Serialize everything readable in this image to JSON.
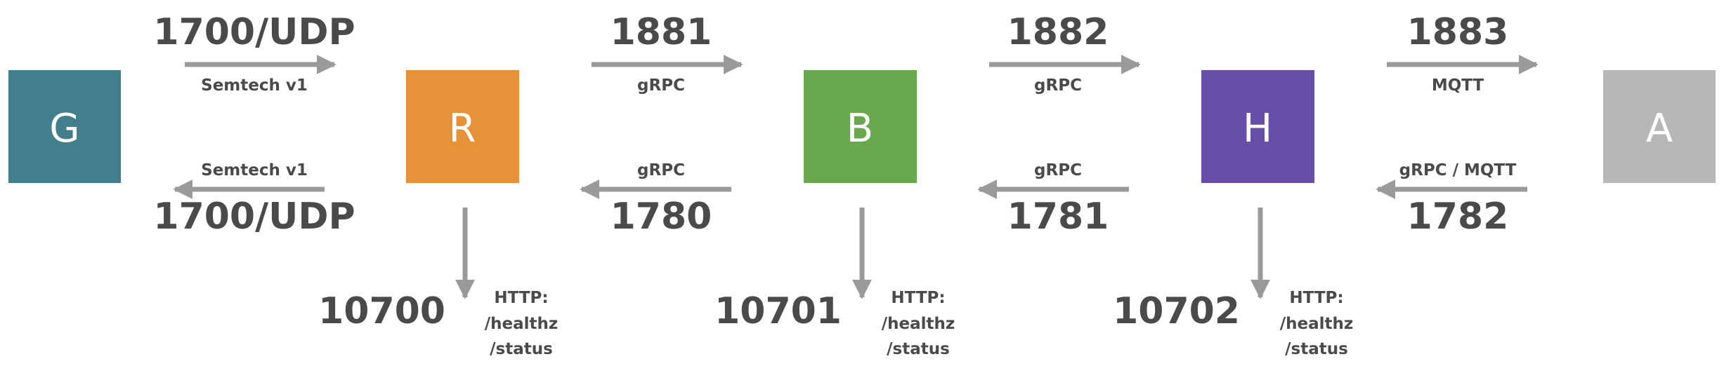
{
  "nodes": [
    {
      "id": "G",
      "label": "G",
      "color": "#417f8c"
    },
    {
      "id": "R",
      "label": "R",
      "color": "#e69239"
    },
    {
      "id": "B",
      "label": "B",
      "color": "#6aa84f"
    },
    {
      "id": "H",
      "label": "H",
      "color": "#674ea7"
    },
    {
      "id": "A",
      "label": "A",
      "color": "#b7b7b7"
    }
  ],
  "links": [
    {
      "from": "G",
      "to": "R",
      "forward_port": "1700/UDP",
      "forward_protocol": "Semtech v1",
      "return_protocol": "Semtech v1",
      "return_port": "1700/UDP"
    },
    {
      "from": "R",
      "to": "B",
      "forward_port": "1881",
      "forward_protocol": "gRPC",
      "return_protocol": "gRPC",
      "return_port": "1780"
    },
    {
      "from": "B",
      "to": "H",
      "forward_port": "1882",
      "forward_protocol": "gRPC",
      "return_protocol": "gRPC",
      "return_port": "1781"
    },
    {
      "from": "H",
      "to": "A",
      "forward_port": "1883",
      "forward_protocol": "MQTT",
      "return_protocol": "gRPC / MQTT",
      "return_port": "1782"
    }
  ],
  "health": [
    {
      "node": "R",
      "port": "10700",
      "protocol": "HTTP:",
      "path1": "/healthz",
      "path2": "/status"
    },
    {
      "node": "B",
      "port": "10701",
      "protocol": "HTTP:",
      "path1": "/healthz",
      "path2": "/status"
    },
    {
      "node": "H",
      "port": "10702",
      "protocol": "HTTP:",
      "path1": "/healthz",
      "path2": "/status"
    }
  ],
  "colors": {
    "arrow": "#9a9a9a",
    "text": "#4a4a4a"
  }
}
